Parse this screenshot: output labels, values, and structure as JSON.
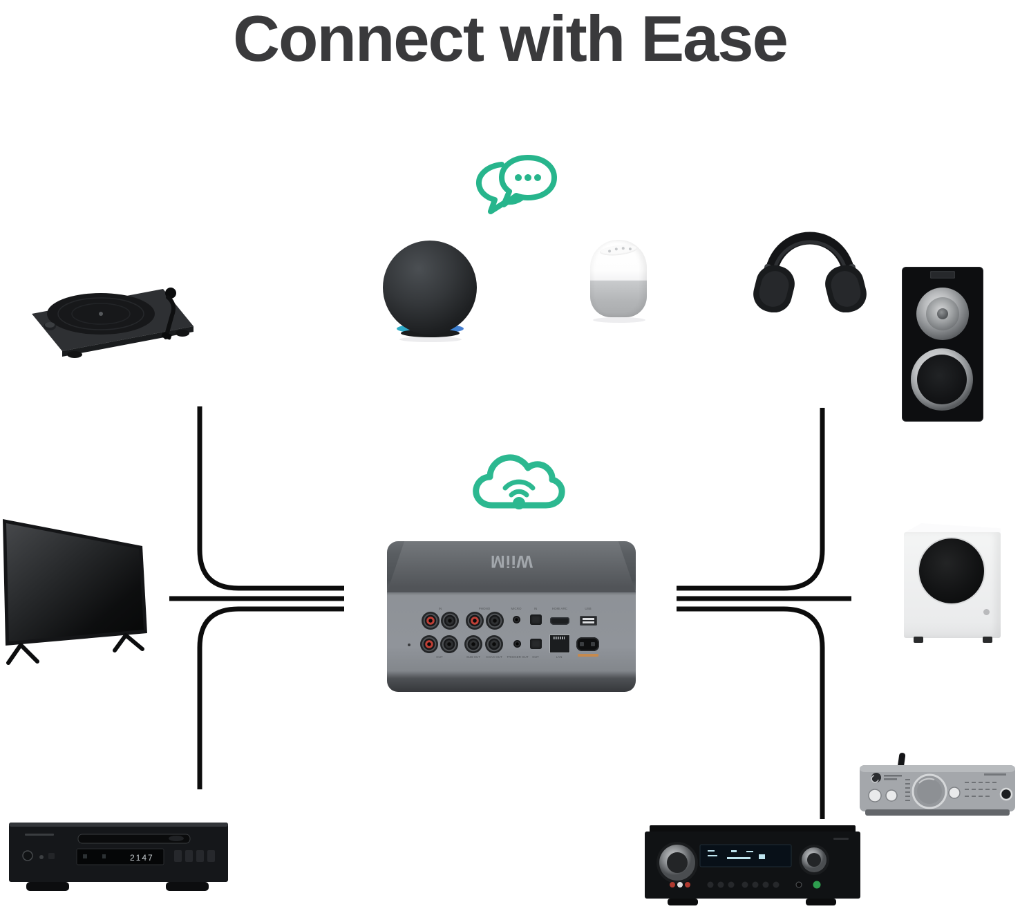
{
  "title": "Connect with Ease",
  "colors": {
    "accent": "#27b58c",
    "title": "#3a3a3c",
    "line": "#0c0c0c"
  },
  "wiim": {
    "logo": "WiiM",
    "ports_top_labels": [
      "IN",
      "PHONO",
      "MICRO",
      "IN",
      "HDMI ARC",
      "USB"
    ],
    "ports_bottom_labels": [
      "OUT",
      "SUB OUT",
      "COAX OUT",
      "TRIGGER OUT",
      "OUT",
      "LAN"
    ]
  },
  "cd_player": {
    "display": "2147"
  },
  "icon_names": [
    "chat-bubbles-icon",
    "cloud-wifi-icon"
  ],
  "device_names": [
    "turntable",
    "echo-dot-smart-speaker",
    "google-home-smart-speaker",
    "headphones",
    "kef-tower-speaker",
    "tv",
    "subwoofer",
    "wiim-streamer",
    "cd-player",
    "dac-amplifier",
    "av-receiver"
  ]
}
